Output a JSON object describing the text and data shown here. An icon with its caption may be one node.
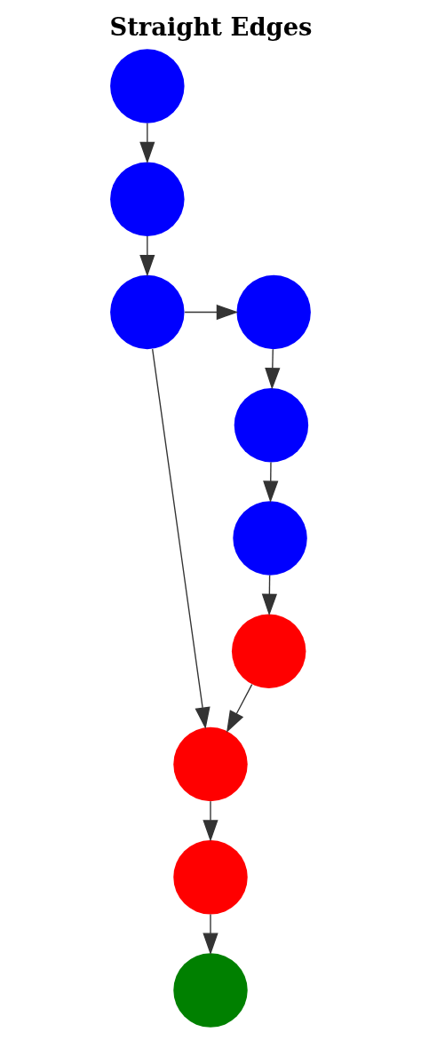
{
  "diagram": {
    "title": "Straight Edges",
    "nodes": [
      {
        "text": [],
        "shape": "circle"
      },
      {
        "text": [],
        "shape": "circle"
      },
      {
        "text": [],
        "shape": "circle"
      },
      {
        "text": [],
        "shape": "circle"
      },
      {
        "text": [],
        "shape": "circle"
      },
      {
        "text": [],
        "shape": "circle"
      },
      {
        "text": [],
        "shape": "circle"
      },
      {
        "text": [],
        "shape": "circle"
      },
      {
        "text": [],
        "shape": "circle"
      },
      {
        "text": [],
        "shape": "circle"
      }
    ],
    "edges": [
      {
        "from": 0,
        "to": 1,
        "arrow": "to"
      },
      {
        "from": 1,
        "to": 2,
        "arrow": "to"
      },
      {
        "from": 2,
        "to": 3,
        "arrow": "to"
      },
      {
        "from": 2,
        "to": 7,
        "arrow": "to"
      },
      {
        "from": 3,
        "to": 4,
        "arrow": "to"
      },
      {
        "from": 4,
        "to": 5,
        "arrow": "to"
      },
      {
        "from": 5,
        "to": 6,
        "arrow": "to"
      },
      {
        "from": 6,
        "to": 7,
        "arrow": "to"
      },
      {
        "from": 7,
        "to": 8,
        "arrow": "to"
      },
      {
        "from": 8,
        "to": 9,
        "arrow": "to"
      }
    ]
  }
}
